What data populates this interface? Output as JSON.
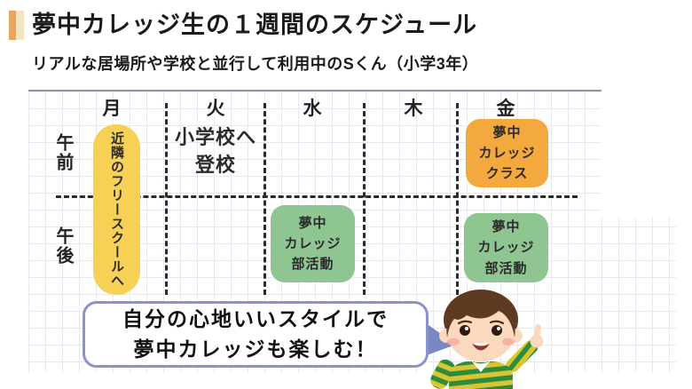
{
  "header": {
    "title": "夢中カレッジ生の１週間のスケジュール",
    "subtitle": "リアルな居場所や学校と並行して利用中のSくん（小学3年）"
  },
  "schedule": {
    "days": [
      "月",
      "火",
      "水",
      "木",
      "金"
    ],
    "rows": [
      "午前",
      "午後"
    ],
    "events": [
      {
        "day": "月",
        "row": "all",
        "label": "近隣のフリースクールへ",
        "style": "yellow"
      },
      {
        "day": "火",
        "row": "am",
        "lines": [
          "小学校へ",
          "登校"
        ],
        "style": "plain"
      },
      {
        "day": "金",
        "row": "am",
        "lines": [
          "夢中",
          "カレッジ",
          "クラス"
        ],
        "style": "orange"
      },
      {
        "day": "水",
        "row": "pm",
        "lines": [
          "夢中",
          "カレッジ",
          "部活動"
        ],
        "style": "green"
      },
      {
        "day": "金",
        "row": "pm",
        "lines": [
          "夢中",
          "カレッジ",
          "部活動"
        ],
        "style": "green"
      }
    ]
  },
  "callout": {
    "line1": "自分の心地いいスタイルで",
    "line2": "夢中カレッジも楽しむ！"
  },
  "icons": {
    "character": "boy-pointing-up-icon",
    "bubble_tail": "speech-bubble-tail-icon"
  },
  "colors": {
    "accent_dark": "#E9A55C",
    "accent_light": "#F5E4C4",
    "event_yellow": "#F6D155",
    "event_orange": "#F4A93F",
    "event_green": "#8FC591",
    "bubble_border": "#8A94CB",
    "bubble_tail": "#7B87C5",
    "grid_line": "#E4E9F3",
    "grid_top_line": "#8F95A2",
    "dash_line": "#2A2A2A"
  }
}
